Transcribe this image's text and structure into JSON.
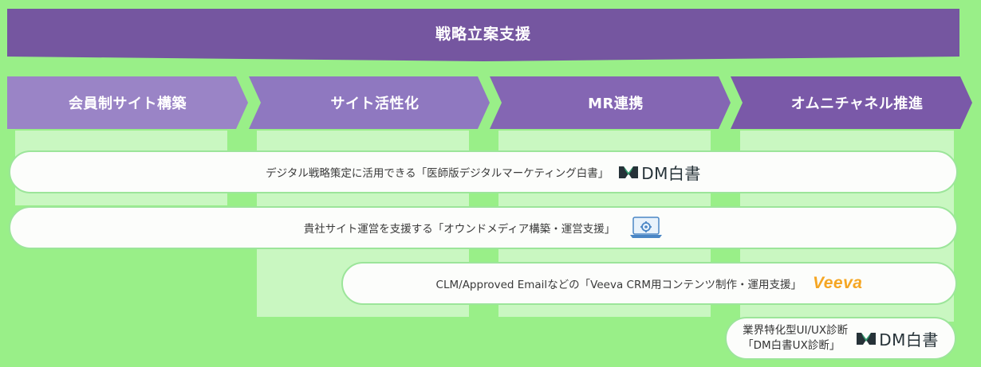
{
  "banner": {
    "title": "戦略立案支援",
    "color": "#7556a0"
  },
  "stages": [
    {
      "label": "会員制サイト構築",
      "color": "#9a84c6"
    },
    {
      "label": "サイト活性化",
      "color": "#8f78c0"
    },
    {
      "label": "MR連携",
      "color": "#8466b3"
    },
    {
      "label": "オムニチャネル推進",
      "color": "#7a59a8"
    }
  ],
  "pills": [
    {
      "text": "デジタル戦略策定に活用できる「医師版デジタルマーケティング白書」",
      "logo": "dm-white-paper-logo",
      "logo_text": "DM白書"
    },
    {
      "text": "貴社サイト運営を支援する「オウンドメディア構築・運営支援」",
      "logo": "laptop-gear-icon"
    },
    {
      "text": "CLM/Approved Emailなどの「Veeva CRM用コンテンツ制作・運用支援」",
      "logo": "veeva-logo",
      "logo_text": "Veeva"
    },
    {
      "text_line1": "業界特化型UI/UX診断",
      "text_line2": "「DM白書UX診断」",
      "logo": "dm-white-paper-logo",
      "logo_text": "DM白書"
    }
  ]
}
